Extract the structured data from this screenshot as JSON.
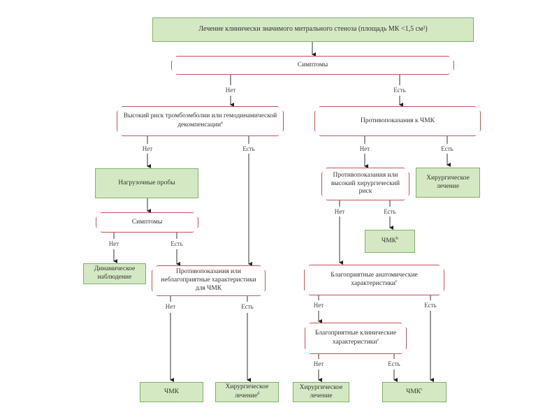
{
  "diagram": {
    "title": "Лечение клинически значимого митрального стеноза (площадь МК <1,5 см²)",
    "colors": {
      "action_fill": "#d5e8c4",
      "action_border": "#7fb069",
      "decision_border": "#c9505a",
      "line": "#333333"
    },
    "nodes": {
      "root": "Лечение клинически значимого митрального стеноза (площадь МК <1,5 см²)",
      "symptoms_top": "Симптомы",
      "high_risk": "Высокий риск тромбоэмболии или гемодинамической декомпенсации",
      "high_risk_sup": "a",
      "contra_pmc": "Противопоказания к ЧМК",
      "stress_tests": "Нагрузочные пробы",
      "symptoms_mid": "Симптомы",
      "contra_or_high_risk": "Противопоказания или высокий хирургический риск",
      "surgery_right_top": "Хирургическое лечение",
      "pmc_b": "ЧМК",
      "pmc_b_sup": "b",
      "observation": "Динамическое наблюдение",
      "contra_or_unfav": "Противопоказания или неблагоприятные характеристики для ЧМК",
      "fav_anatomy": "Благоприятные анатомические характеристики",
      "fav_anatomy_sup": "c",
      "fav_clinical": "Благоприятные клинические характеристики",
      "fav_clinical_sup": "c",
      "pmc_left": "ЧМК",
      "surgery_d": "Хирургическое лечение",
      "surgery_d_sup": "d",
      "surgery_bottom": "Хирургическое лечение",
      "pmc_c": "ЧМК",
      "pmc_c_sup": "c"
    },
    "edge_labels": {
      "no": "Нет",
      "yes": "Есть"
    }
  }
}
